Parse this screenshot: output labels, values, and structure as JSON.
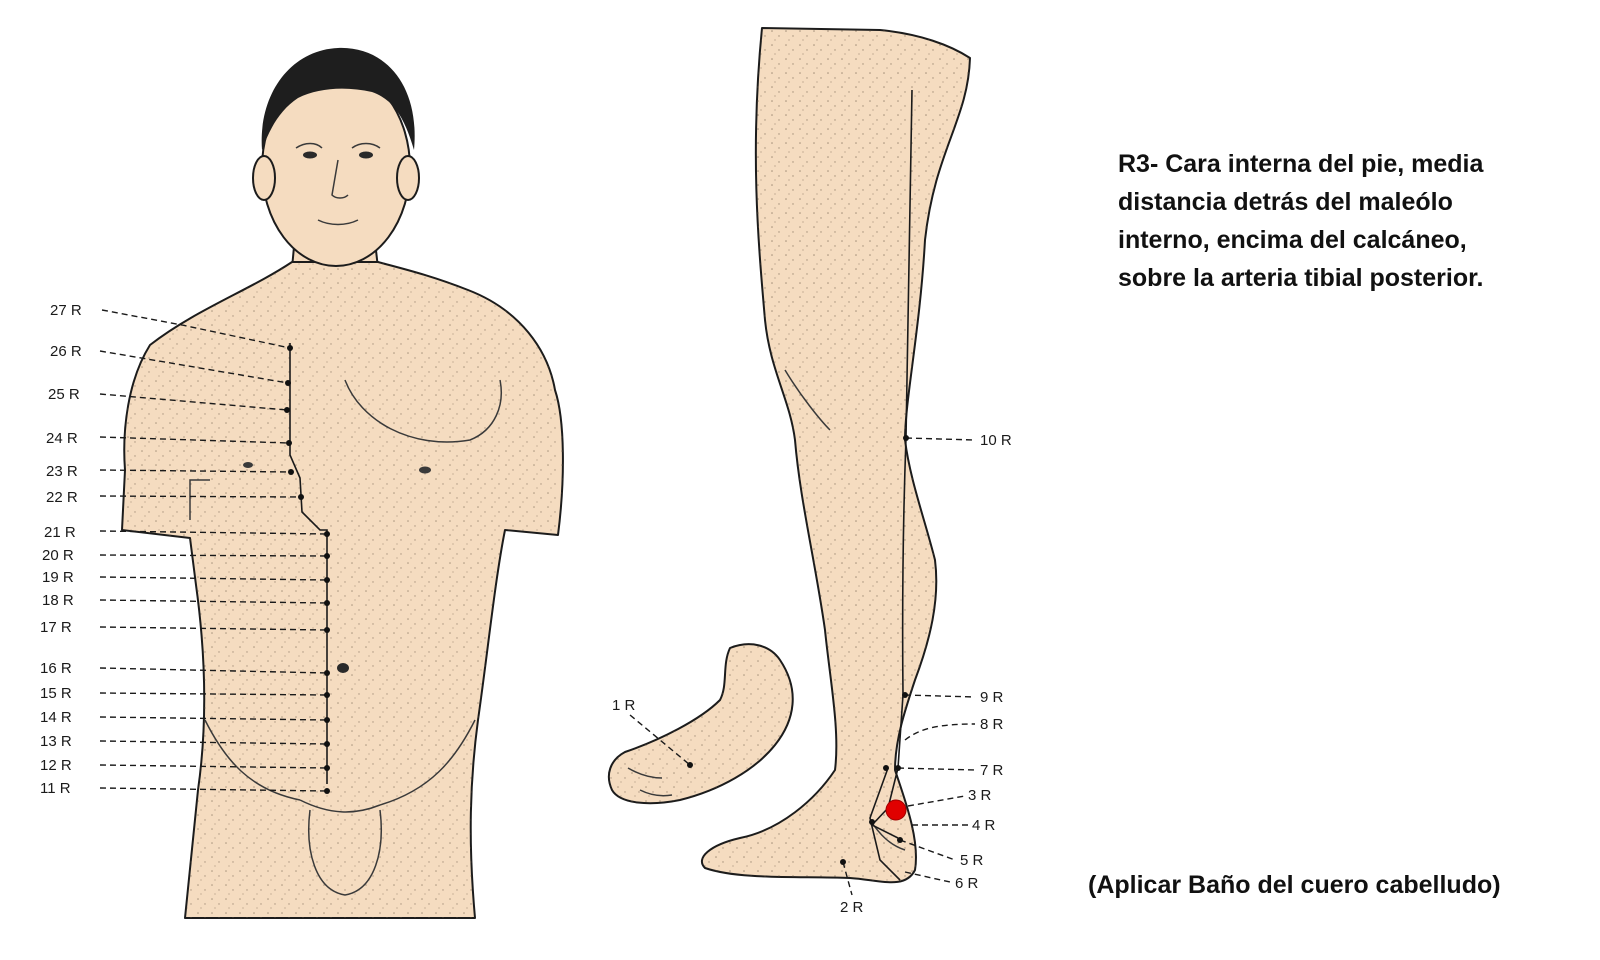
{
  "colors": {
    "skin": "#f5dcc0",
    "outline": "#1c1c1c",
    "hair": "#1e1e1e",
    "highlight_point": "#e00000"
  },
  "description": [
    "R3- Cara interna del pie, media",
    "distancia detrás del maleólo",
    "interno, encima del calcáneo,",
    "sobre la arteria tibial posterior."
  ],
  "note": "(Aplicar Baño del cuero cabelludo)",
  "torso_points": [
    {
      "label": "27 R"
    },
    {
      "label": "26 R"
    },
    {
      "label": "25 R"
    },
    {
      "label": "24 R"
    },
    {
      "label": "23 R"
    },
    {
      "label": "22 R"
    },
    {
      "label": "21 R"
    },
    {
      "label": "20 R"
    },
    {
      "label": "19 R"
    },
    {
      "label": "18 R"
    },
    {
      "label": "17 R"
    },
    {
      "label": "16 R"
    },
    {
      "label": "15 R"
    },
    {
      "label": "14 R"
    },
    {
      "label": "13 R"
    },
    {
      "label": "12 R"
    },
    {
      "label": "11 R"
    }
  ],
  "leg_points": [
    {
      "label": "10 R"
    },
    {
      "label": "9 R"
    },
    {
      "label": "8 R"
    },
    {
      "label": "7 R"
    },
    {
      "label": "3 R"
    },
    {
      "label": "4 R"
    },
    {
      "label": "5 R"
    },
    {
      "label": "6 R"
    },
    {
      "label": "2 R"
    },
    {
      "label": "1 R"
    }
  ],
  "highlighted_point": "3 R"
}
